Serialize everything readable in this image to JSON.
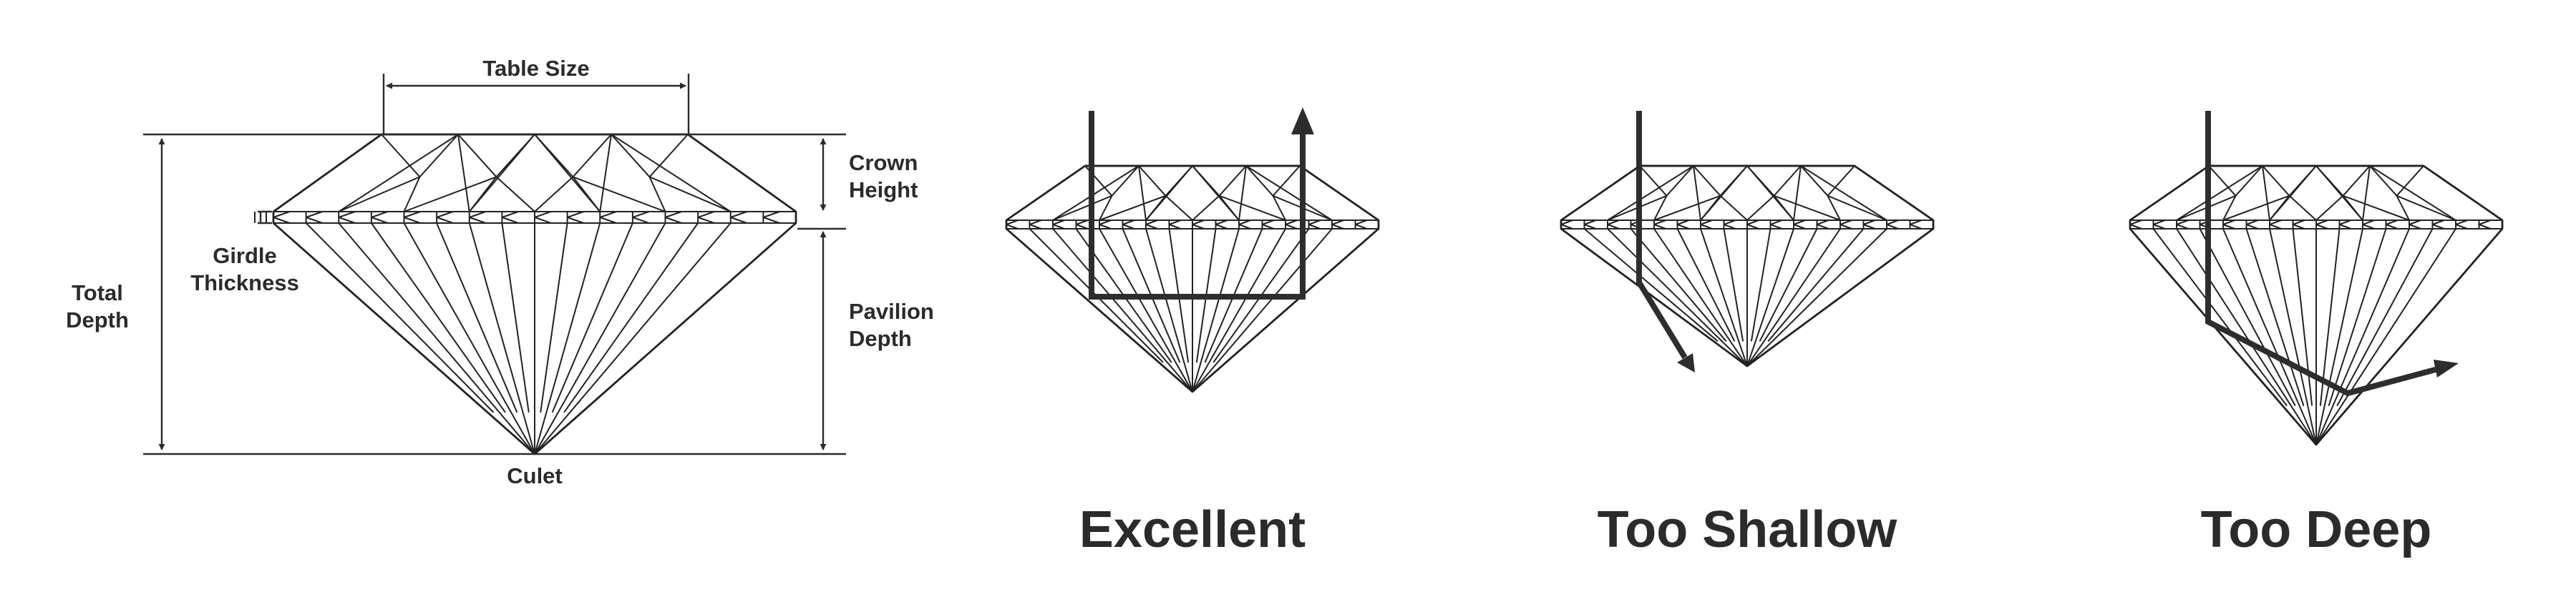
{
  "diagram": {
    "labels": {
      "table_size": "Table Size",
      "crown_height": [
        "Crown",
        "Height"
      ],
      "girdle_thickness": [
        "Girdle",
        "Thickness"
      ],
      "total_depth": [
        "Total",
        "Depth"
      ],
      "pavilion_depth": [
        "Pavilion",
        "Depth"
      ],
      "culet": "Culet"
    },
    "cut_grades": [
      {
        "id": "excellent",
        "label": "Excellent"
      },
      {
        "id": "too-shallow",
        "label": "Too Shallow"
      },
      {
        "id": "too-deep",
        "label": "Too Deep"
      }
    ],
    "colors": {
      "line": "#222222",
      "ray": "#2d2d2d",
      "text": "#2b2b2b",
      "background": "#ffffff"
    }
  }
}
